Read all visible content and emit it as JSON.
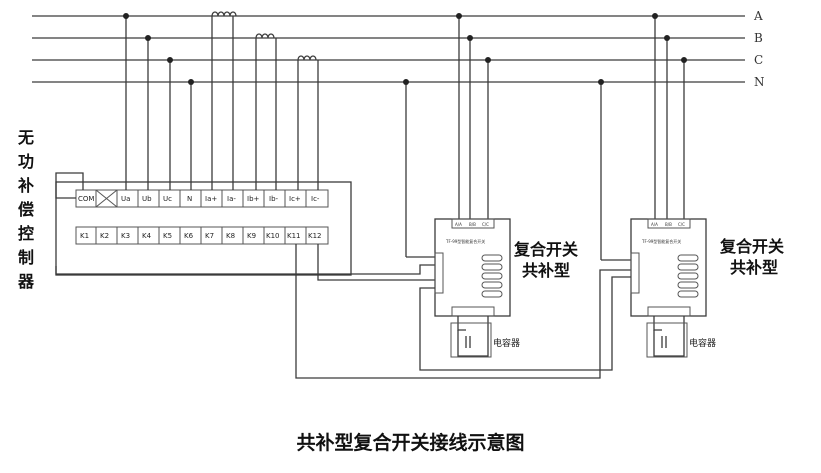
{
  "bus_labels": [
    "A",
    "B",
    "C",
    "N"
  ],
  "controller": {
    "title_chars": [
      "无",
      "功",
      "补",
      "偿",
      "控",
      "制",
      "器"
    ],
    "top_terminals": [
      "COM",
      "",
      "Ua",
      "Ub",
      "Uc",
      "N",
      "Ia+",
      "Ia-",
      "Ib+",
      "Ib-",
      "Ic+",
      "Ic-"
    ],
    "bottom_terminals": [
      "K1",
      "K2",
      "K3",
      "K4",
      "K5",
      "K6",
      "K7",
      "K8",
      "K9",
      "K10",
      "K11",
      "K12"
    ]
  },
  "switches": [
    {
      "title_line1": "复合开关",
      "title_line2": "共补型",
      "capacitor_label": "电容器",
      "terminal_labels": [
        "A/A",
        "B/B",
        "C/C"
      ],
      "tiny_label": "TF-99型智能复合开关"
    },
    {
      "title_line1": "复合开关",
      "title_line2": "共补型",
      "capacitor_label": "电容器",
      "terminal_labels": [
        "A/A",
        "B/B",
        "C/C"
      ],
      "tiny_label": "TF-99型智能复合开关"
    }
  ],
  "caption": "共补型复合开关接线示意图"
}
